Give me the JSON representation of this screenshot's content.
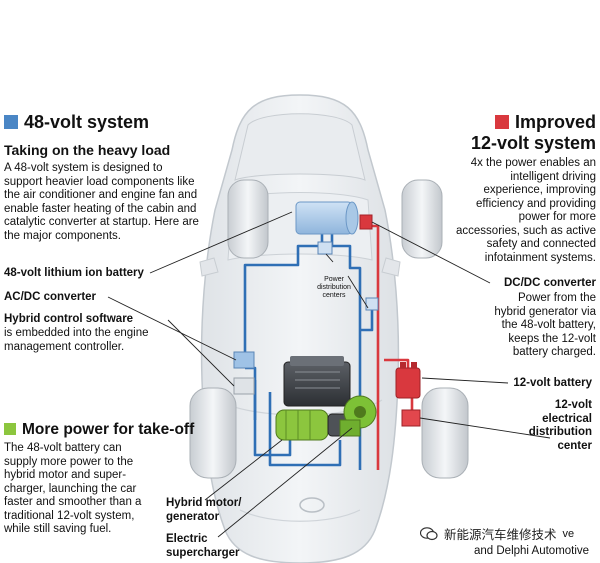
{
  "left": {
    "title": "48-volt system",
    "subtitle": "Taking on the heavy load",
    "intro": "A 48-volt system is designed to support heavier load components like the air conditioner and engine fan and enable faster heating of the cabin and catalytic converter at startup. Here are the major components.",
    "battery_label": "48-volt lithium ion battery",
    "acdc_label": "AC/DC converter",
    "software_label": "Hybrid control software",
    "software_desc": "is embedded into the engine management controller.",
    "power_title": "More power for take-off",
    "power_desc": "The 48-volt battery can supply more power to the hybrid motor and super-charger, launching the car faster and smoother than a traditional 12-volt system, while still saving fuel."
  },
  "right": {
    "title_line1": "Improved",
    "title_line2": "12-volt system",
    "desc": "4x the power enables an intelligent driving experience, improving efficiency and providing power for more accessories, such as active safety and connected infotainment systems.",
    "dcdc_label": "DC/DC converter",
    "dcdc_desc": "Power from the hybrid generator via the 48-volt battery, keeps the 12-volt battery charged.",
    "battery12_label": "12-volt battery",
    "distribution_label": "12-volt electrical distribution center"
  },
  "center": {
    "power_distribution": "Power distribution centers"
  },
  "bottom": {
    "motor_label": "Hybrid motor/ generator",
    "supercharger_label": "Electric supercharger",
    "credit_fragment_1": "ve",
    "credit_line2": "and Delphi Automotive",
    "watermark": "新能源汽车维修技术"
  },
  "colors": {
    "blue_accent": "#4a86c5",
    "red_accent": "#d9383e",
    "green_accent": "#8cc63e"
  }
}
